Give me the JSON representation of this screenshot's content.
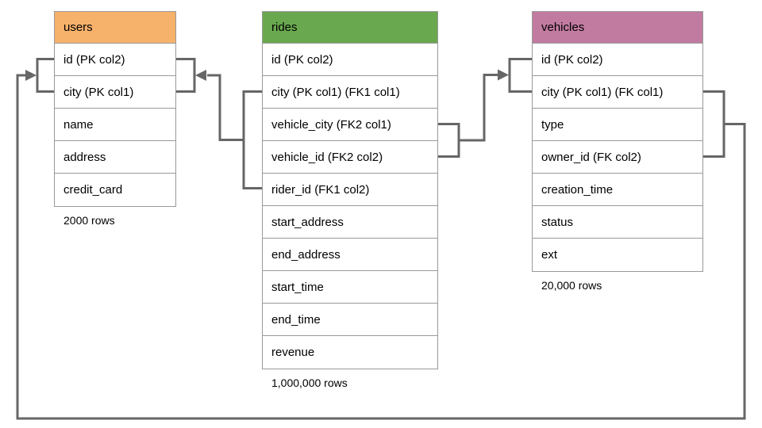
{
  "diagram": {
    "title": "",
    "background_color": "#ffffff",
    "line_color": "#666666",
    "border_color": "#999999",
    "tables": [
      {
        "name": "users",
        "header_color": "#F6B26B",
        "columns": [
          "id (PK col2)",
          "city (PK col1)",
          "name",
          "address",
          "credit_card"
        ],
        "row_count": "2000 rows"
      },
      {
        "name": "rides",
        "header_color": "#6AA84F",
        "columns": [
          "id (PK col2)",
          "city (PK col1) (FK1 col1)",
          "vehicle_city (FK2 col1)",
          "vehicle_id (FK2 col2)",
          "rider_id (FK1 col2)",
          "start_address",
          "end_address",
          "start_time",
          "end_time",
          "revenue"
        ],
        "row_count": "1,000,000 rows"
      },
      {
        "name": "vehicles",
        "header_color": "#C27BA0",
        "columns": [
          "id (PK col2)",
          "city (PK col1) (FK col1)",
          "type",
          "owner_id (FK col2)",
          "creation_time",
          "status",
          "ext"
        ],
        "row_count": "20,000 rows"
      }
    ],
    "relationships": [
      {
        "from_table": "rides",
        "from_columns": [
          "city (PK col1) (FK1 col1)",
          "rider_id (FK1 col2)"
        ],
        "to_table": "users",
        "to_columns": [
          "id (PK col2)",
          "city (PK col1)"
        ]
      },
      {
        "from_table": "rides",
        "from_columns": [
          "vehicle_city (FK2 col1)",
          "vehicle_id (FK2 col2)"
        ],
        "to_table": "vehicles",
        "to_columns": [
          "id (PK col2)",
          "city (PK col1) (FK col1)"
        ]
      },
      {
        "from_table": "vehicles",
        "from_columns": [
          "city (PK col1) (FK col1)",
          "owner_id (FK col2)"
        ],
        "to_table": "users",
        "to_columns": [
          "id (PK col2)",
          "city (PK col1)"
        ]
      }
    ]
  }
}
